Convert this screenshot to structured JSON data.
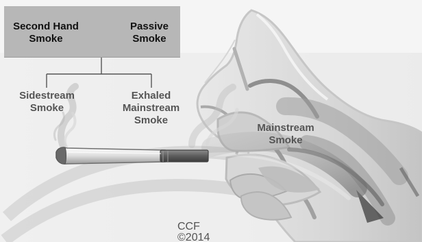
{
  "labels": {
    "second_hand": [
      "Second Hand",
      "Smoke"
    ],
    "passive": [
      "Passive",
      "Smoke"
    ],
    "sidestream": [
      "Sidestream",
      "Smoke"
    ],
    "exhaled": [
      "Exhaled",
      "Mainstream",
      "Smoke"
    ],
    "mainstream": [
      "Mainstream",
      "Smoke"
    ]
  },
  "credit": [
    "CCF",
    "©2014"
  ]
}
